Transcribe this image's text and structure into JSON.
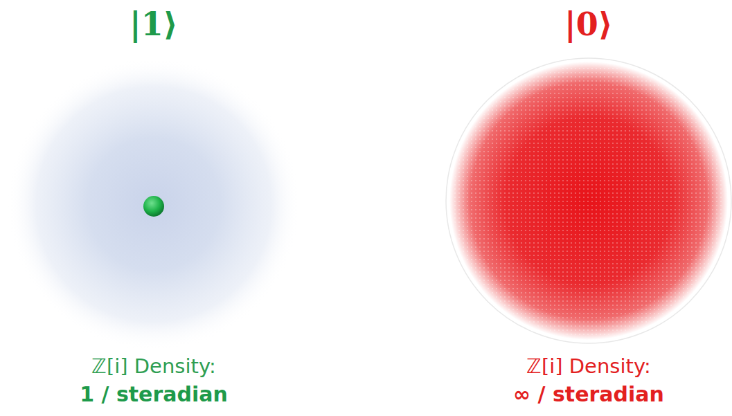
{
  "diagram": {
    "labels": [
      "|1⟩",
      "|0⟩",
      "ℤ[i] Density:",
      "1 / steradian",
      "ℤ[i] Density:",
      "∞ / steradian"
    ]
  }
}
